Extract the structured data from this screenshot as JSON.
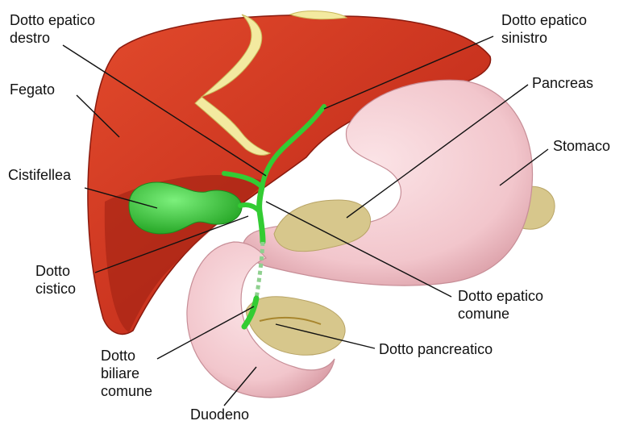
{
  "labels": {
    "dotto_epatico_destro": "Dotto epatico\ndestro",
    "fegato": "Fegato",
    "cistifellea": "Cistifellea",
    "dotto_cistico": "Dotto\ncistico",
    "dotto_biliare_comune": "Dotto\nbiliare\ncomune",
    "duodeno": "Duodeno",
    "dotto_pancreatico": "Dotto pancreatico",
    "dotto_epatico_comune": "Dotto epatico\ncomune",
    "stomaco": "Stomaco",
    "pancreas": "Pancreas",
    "dotto_epatico_sinistro": "Dotto epatico\nsinistro"
  },
  "colors": {
    "liver": "#c8321e",
    "liver_dark": "#9e1f12",
    "stomach": "#f2c6cc",
    "pancreas": "#d7c78c",
    "gallbladder": "#33cc33",
    "ligament": "#f3eaa0",
    "leader_line": "#111111"
  }
}
